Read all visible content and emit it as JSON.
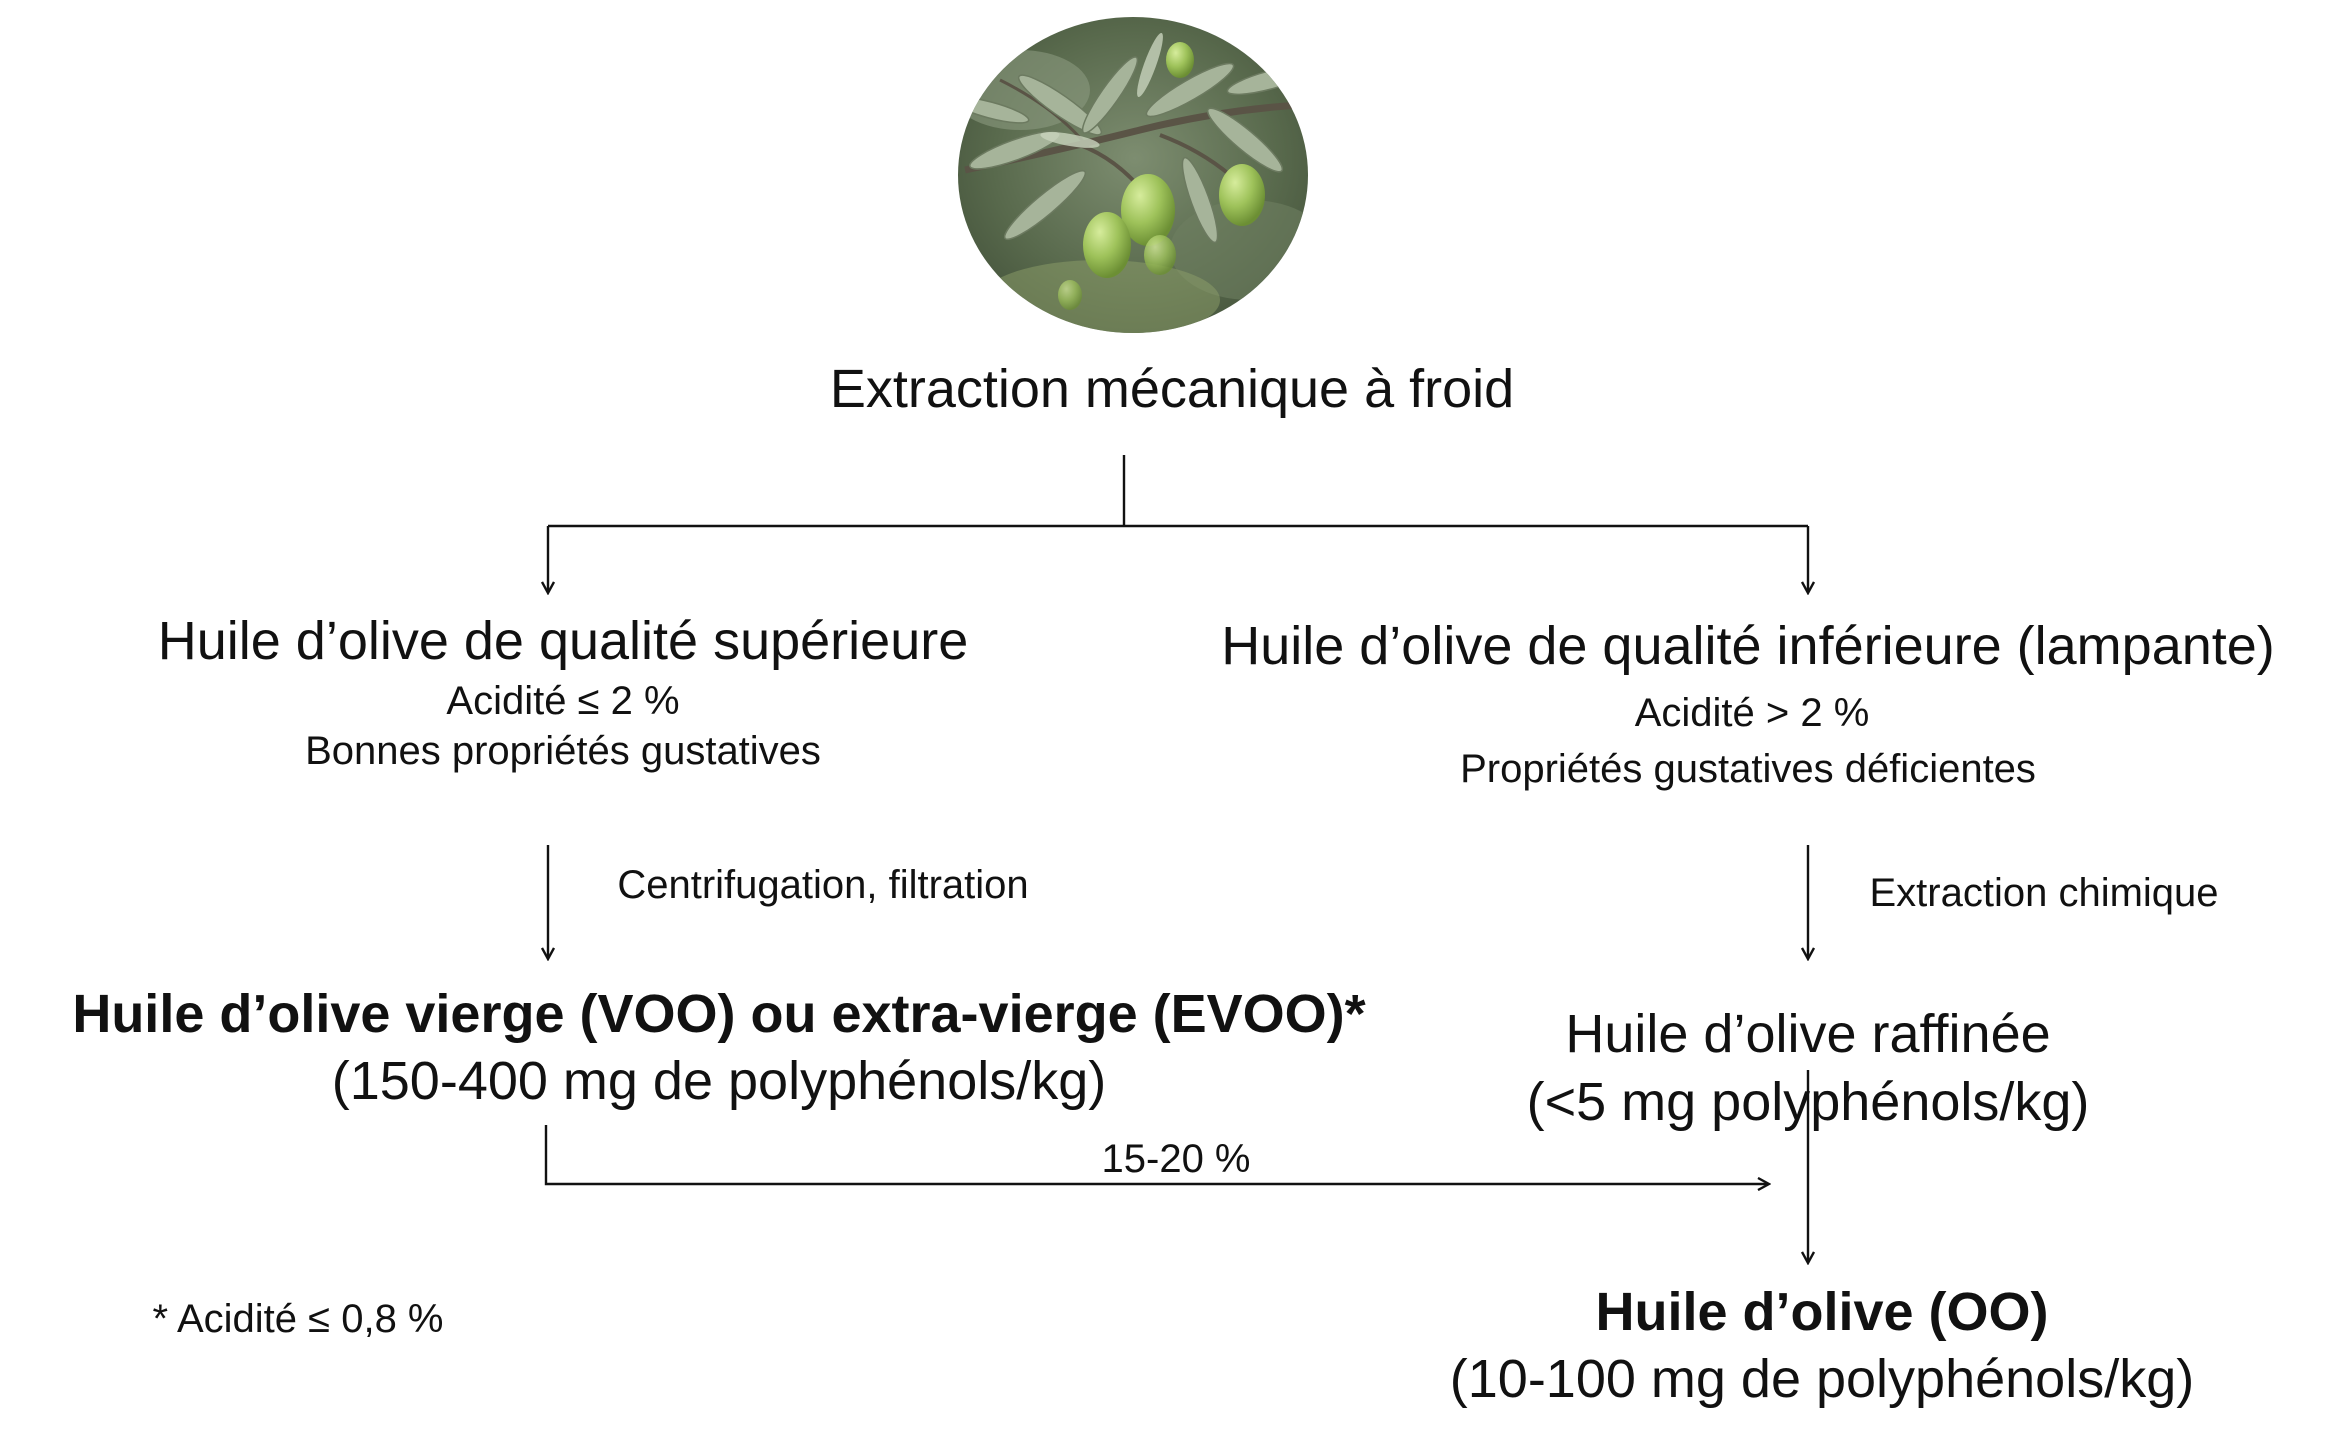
{
  "image": {
    "subject": "olive-branch-photo",
    "colors": {
      "background": "#4f5f44",
      "leaf": "#7f9474",
      "leaf_light": "#b9c6ad",
      "olive": "#9ec25a",
      "olive_highlight": "#d6ec9c",
      "branch": "#5a5446"
    }
  },
  "root": {
    "label": "Extraction mécanique à froid"
  },
  "left_branch": {
    "title": "Huile d’olive de qualité supérieure",
    "acidity": "Acidité ≤ 2 %",
    "taste": "Bonnes propriétés gustatives",
    "process": "Centrifugation, filtration",
    "product_title": "Huile d’olive vierge (VOO) ou extra-vierge (EVOO)*",
    "product_content": "(150-400 mg de polyphénols/kg)"
  },
  "right_branch": {
    "title": "Huile d’olive de qualité inférieure (lampante)",
    "acidity": "Acidité > 2 %",
    "taste": "Propriétés gustatives déficientes",
    "process": "Extraction chimique",
    "product_title": "Huile d’olive raffinée",
    "product_content": "(<5 mg polyphénols/kg)"
  },
  "blend": {
    "percentage": "15-20 %"
  },
  "final": {
    "title": "Huile d’olive (OO)",
    "content": "(10-100 mg de polyphénols/kg)"
  },
  "footnote": "* Acidité ≤ 0,8 %",
  "colors": {
    "text": "#111111",
    "line": "#111111",
    "background": "#ffffff"
  }
}
